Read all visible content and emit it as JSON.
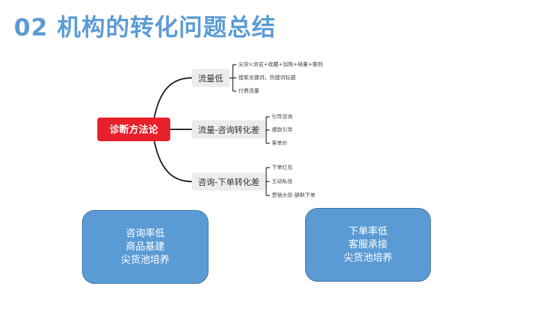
{
  "title": "02 机构的转化问题总结",
  "mindmap": {
    "root": "诊断方法论",
    "branches": [
      {
        "label": "流量低",
        "leaves": [
          "尖货=浏览+收藏+加购+销量+案例",
          "搜索关键词，热搜词标题",
          "付费流量"
        ]
      },
      {
        "label": "流量-咨询转化差",
        "leaves": [
          "引导咨询",
          "爆款引导",
          "客单价"
        ]
      },
      {
        "label": "咨询-下单转化差",
        "leaves": [
          "下单红包",
          "主动私信",
          "营销大促-静默下单"
        ]
      }
    ]
  },
  "boxes": [
    {
      "lines": [
        "咨询率低",
        "商品基建",
        "尖货池培养"
      ]
    },
    {
      "lines": [
        "下单率低",
        "客服承接",
        "尖货池培养"
      ]
    }
  ],
  "colors": {
    "title": "#5b9bd5",
    "root": "#e8202a",
    "box": "#5b9bd5"
  }
}
